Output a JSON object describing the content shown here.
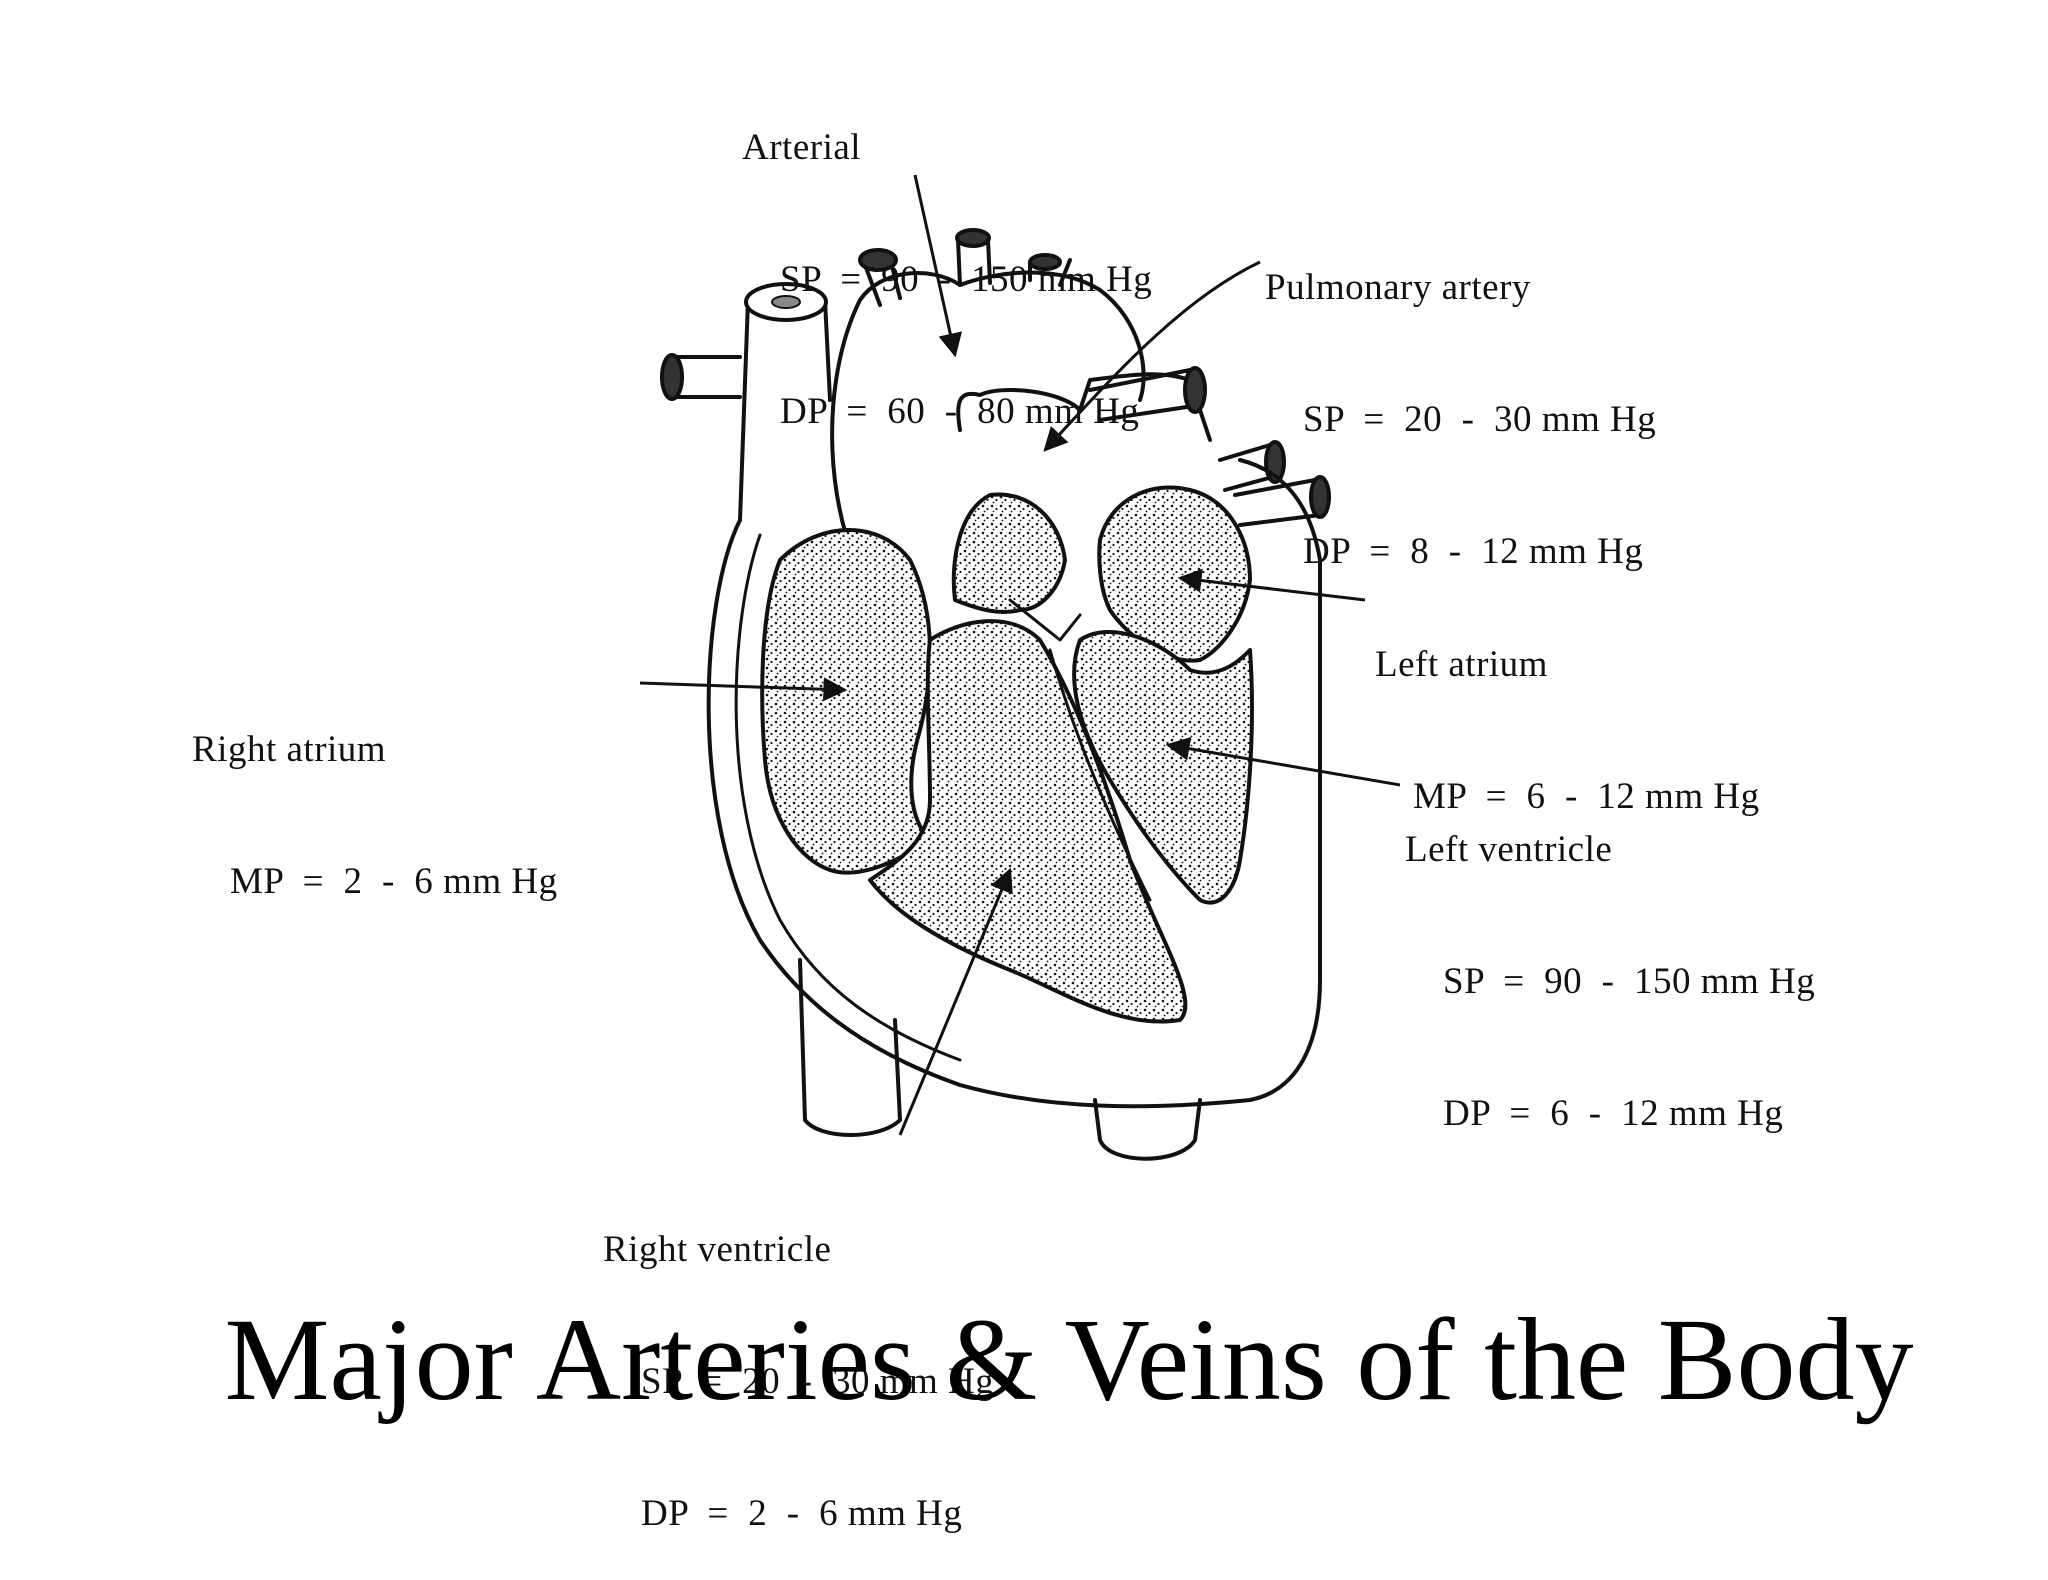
{
  "title": "Major Arteries & Veins of the Body",
  "labels": {
    "arterial": {
      "name": "Arterial",
      "line1": "SP  =  90  -  150 mm Hg",
      "line2": "DP  =  60  -  80 mm Hg"
    },
    "pulmonary_artery": {
      "name": "Pulmonary artery",
      "line1": "SP  =  20  -  30 mm Hg",
      "line2": "DP  =  8  -  12 mm Hg"
    },
    "left_atrium": {
      "name": "Left atrium",
      "line1": "MP  =  6  -  12 mm Hg"
    },
    "right_atrium": {
      "name": "Right atrium",
      "line1": "MP  =  2  -  6 mm Hg"
    },
    "left_ventricle": {
      "name": "Left ventricle",
      "line1": "SP  =  90  -  150 mm Hg",
      "line2": "DP  =  6  -  12 mm Hg"
    },
    "right_ventricle": {
      "name": "Right ventricle",
      "line1": "SP  =  20  -  30 mm Hg",
      "line2": "DP  =  2  -  6 mm Hg"
    }
  }
}
